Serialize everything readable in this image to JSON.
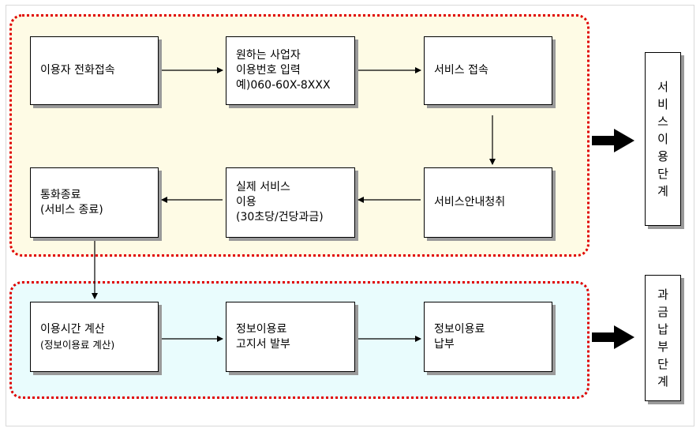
{
  "service_phase": {
    "boxes": {
      "connect": [
        "이용자 전화접속"
      ],
      "enter_code": [
        "원하는 사업자",
        "이용번호 입력",
        "예)060-60X-8XXX"
      ],
      "service_connect": [
        "서비스 접속"
      ],
      "guidance": [
        "서비스안내청취"
      ],
      "actual_service": [
        "실제 서비스",
        "이용",
        "(30초당/건당과금)"
      ],
      "call_end": [
        "통화종료",
        "(서비스 종료)"
      ]
    },
    "stage_label": [
      "서",
      "비",
      "스",
      "이",
      "용",
      "단",
      "계"
    ]
  },
  "billing_phase": {
    "boxes": {
      "usage_time": [
        "이용시간 계산",
        "(정보이용료 계산)"
      ],
      "notice": [
        "정보이용료",
        "고지서 발부"
      ],
      "payment": [
        "정보이용료",
        "납부"
      ]
    },
    "stage_label": [
      "과",
      "금",
      "납",
      "부",
      "단",
      "계"
    ]
  }
}
